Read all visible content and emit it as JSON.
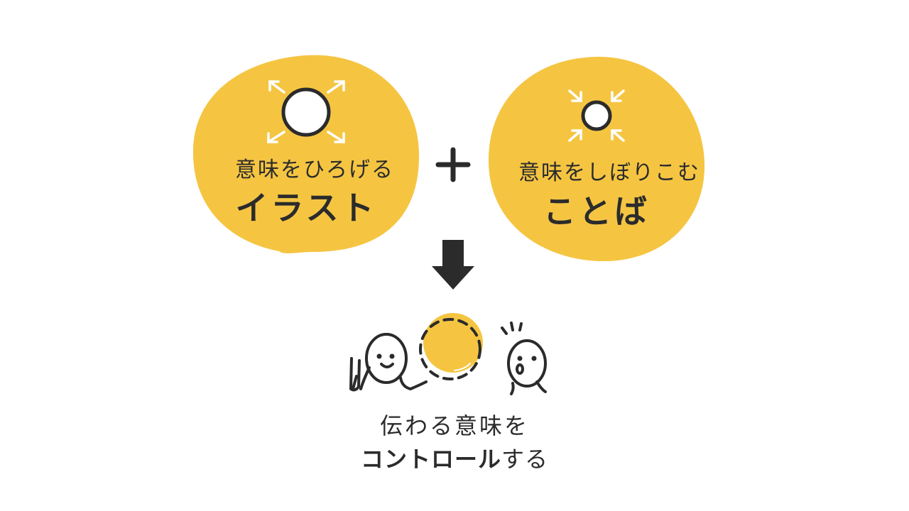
{
  "left": {
    "subtitle": "意味をひろげる",
    "title": "イラスト"
  },
  "operator": "+",
  "right": {
    "subtitle": "意味をしぼりこむ",
    "title": "ことば"
  },
  "result": {
    "line1": "伝わる意味を",
    "line2_bold": "コントロール",
    "line2_rest": "する"
  },
  "colors": {
    "blob": "#F5C542",
    "ink": "#2B2B2B",
    "white": "#FFFFFF"
  }
}
